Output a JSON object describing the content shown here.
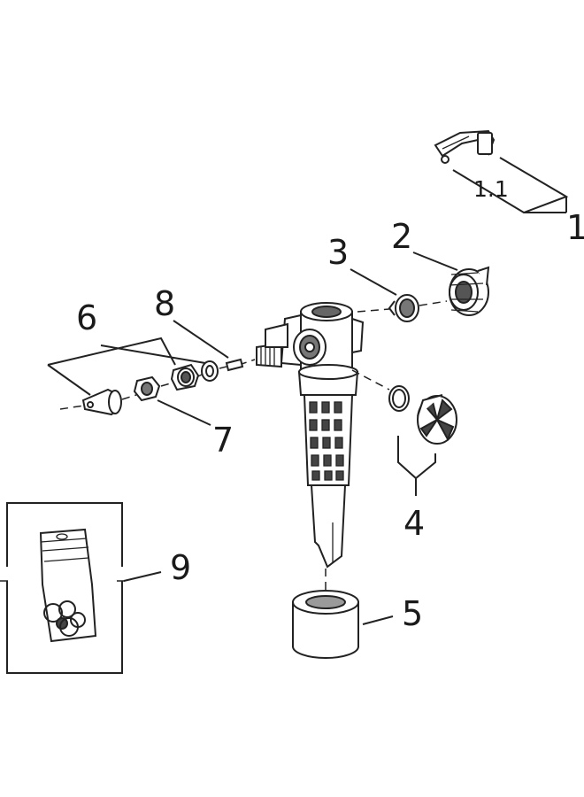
{
  "callouts": {
    "c1": "1",
    "c1_1": "1.1",
    "c2": "2",
    "c3": "3",
    "c4": "4",
    "c5": "5",
    "c6": "6",
    "c7": "7",
    "c8": "8",
    "c9": "9"
  },
  "colors": {
    "line": "#222222",
    "part_fill": "#ffffff",
    "shade": "#9a9a9a",
    "dark": "#555555"
  }
}
